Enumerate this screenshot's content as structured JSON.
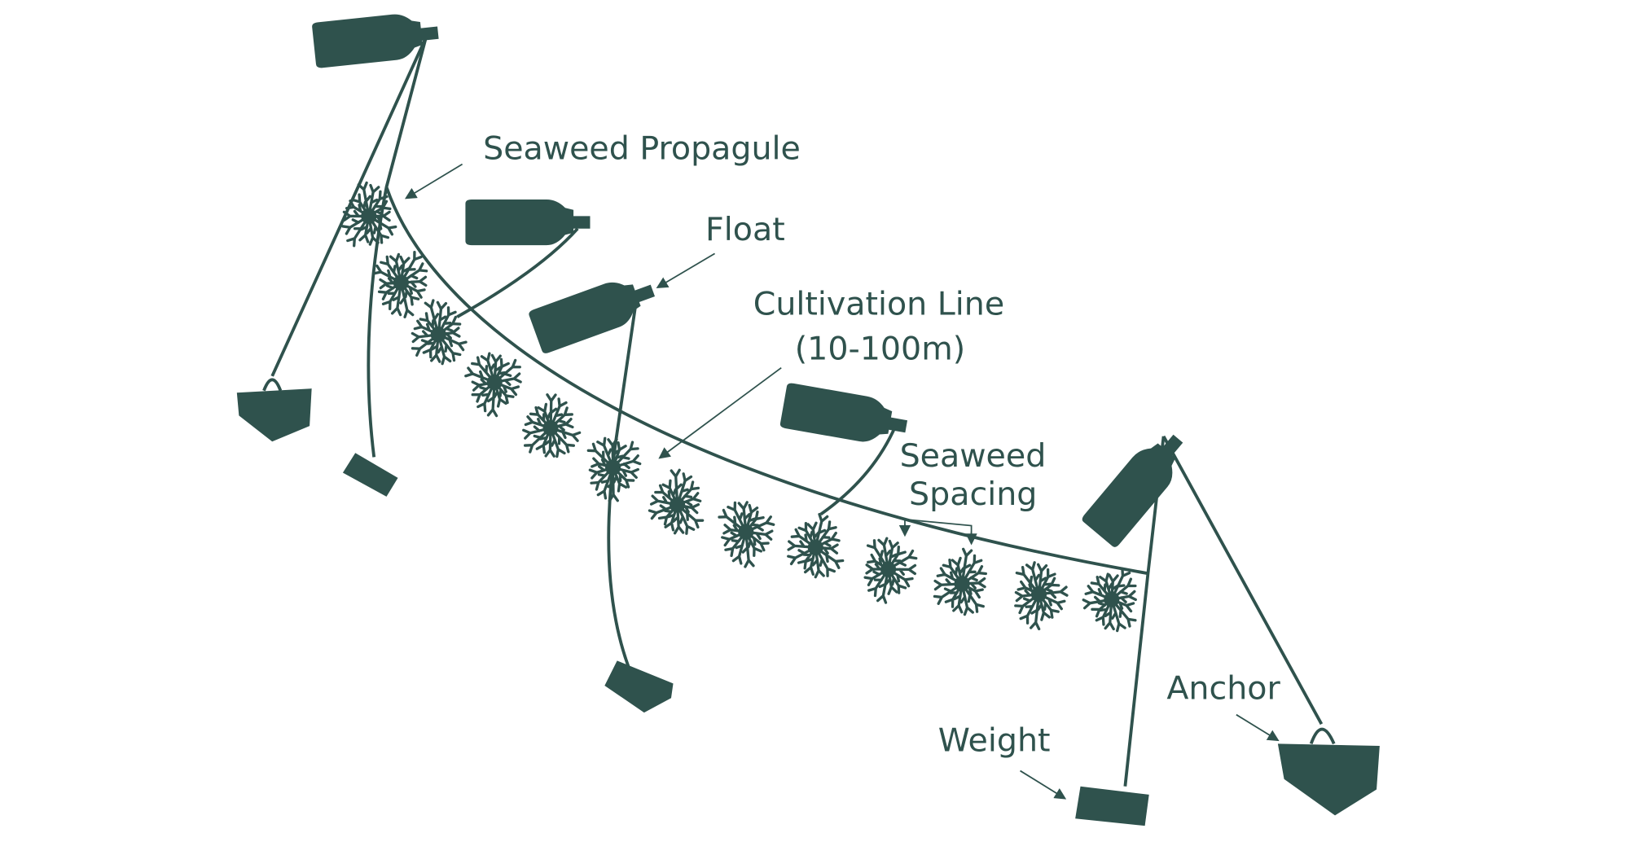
{
  "title_labels": {
    "propagule": "Seaweed Propagule",
    "float": "Float",
    "line_1": "Cultivation Line",
    "line_2": "(10-100m)",
    "spacing_1": "Seaweed",
    "spacing_2": "Spacing",
    "anchor": "Anchor",
    "weight": "Weight"
  },
  "colors": {
    "ink": "#2f524d",
    "background": "#ffffff"
  },
  "icons": [
    "bottle-float-icon",
    "anchor-icon",
    "weight-icon",
    "seaweed-icon"
  ]
}
